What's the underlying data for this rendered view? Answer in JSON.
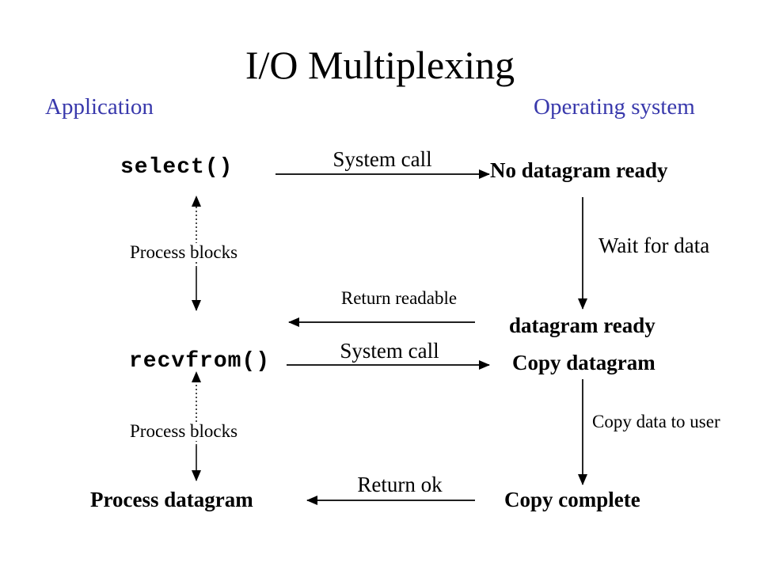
{
  "title": "I/O Multiplexing",
  "columns": {
    "left": "Application",
    "right": "Operating system"
  },
  "colors": {
    "column_header_blue": "#3939AC",
    "diagram_black": "#000000",
    "background": "#FFFFFF"
  },
  "nodes": {
    "select_call": "select()",
    "recvfrom_call": "recvfrom()",
    "no_datagram_ready": "No datagram ready",
    "datagram_ready": "datagram ready",
    "copy_datagram": "Copy datagram",
    "copy_complete": "Copy complete",
    "process_datagram": "Process datagram"
  },
  "edges": {
    "system_call_1": "System call",
    "system_call_2": "System call",
    "process_blocks_1": "Process blocks",
    "process_blocks_2": "Process blocks",
    "wait_for_data": "Wait for data",
    "return_readable": "Return readable",
    "copy_data_to_user": "Copy data to user",
    "return_ok": "Return ok"
  }
}
